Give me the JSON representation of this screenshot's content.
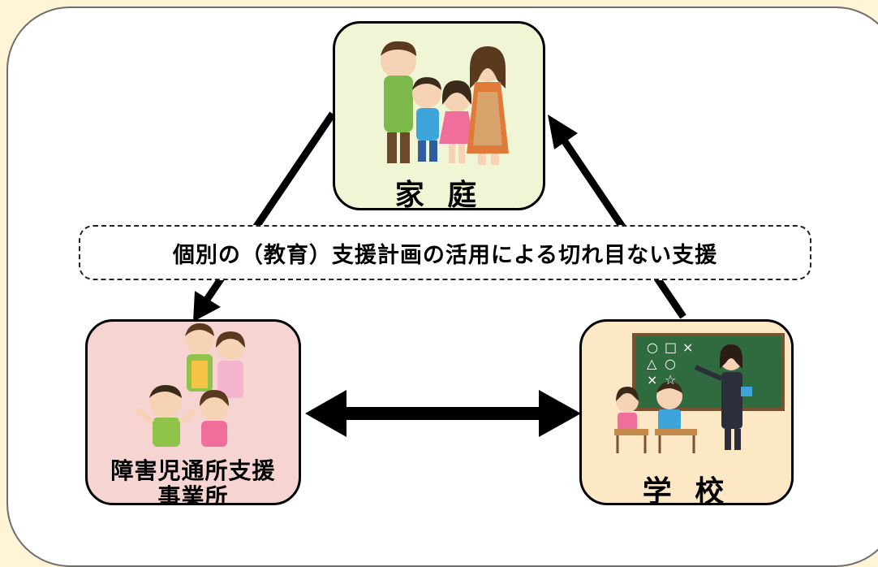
{
  "banner": {
    "text": "個別の（教育）支援計画の活用による切れ目ない支援"
  },
  "nodes": {
    "home": {
      "label": "家 庭",
      "fill": "#F0F6D5"
    },
    "office": {
      "label_line1": "障害児通所支援",
      "label_line2": "事業所",
      "fill": "#F6D4D2"
    },
    "school": {
      "label": "学 校",
      "fill": "#FDE8C6"
    }
  },
  "chalkboard": {
    "symbols": [
      "○",
      "□",
      "×",
      "△",
      "○",
      "×",
      "☆"
    ]
  },
  "colors": {
    "background": "#FFF4D6",
    "panel": "#FFFFFF",
    "arrow": "#000000"
  }
}
